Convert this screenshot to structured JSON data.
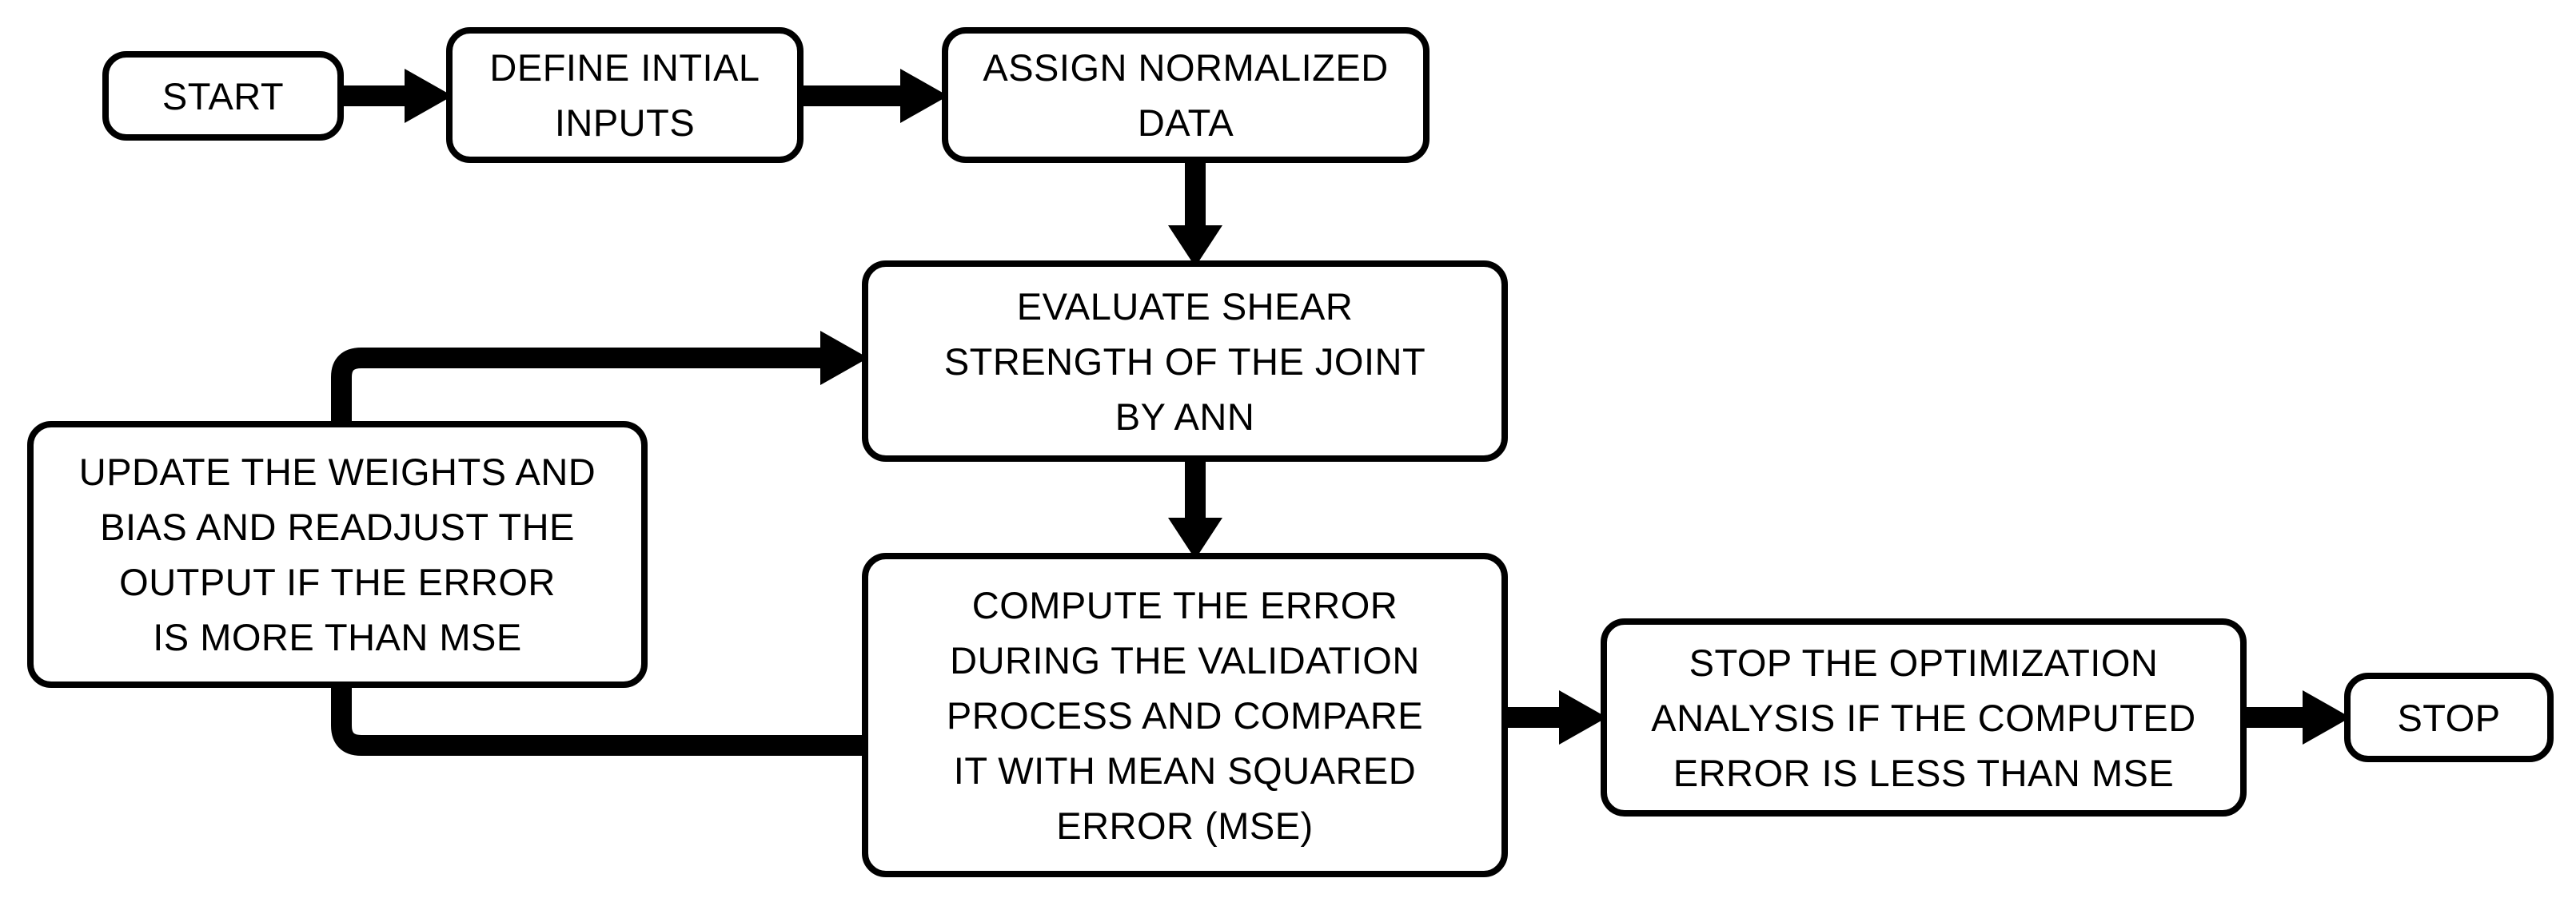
{
  "diagram": {
    "nodes": {
      "start": {
        "lines": [
          "START"
        ]
      },
      "define_inputs": {
        "lines": [
          "DEFINE INTIAL",
          "INPUTS"
        ]
      },
      "assign_data": {
        "lines": [
          "ASSIGN NORMALIZED",
          "DATA"
        ]
      },
      "evaluate": {
        "lines": [
          "EVALUATE SHEAR",
          "STRENGTH OF THE JOINT",
          "BY ANN"
        ]
      },
      "update": {
        "lines": [
          "UPDATE THE WEIGHTS AND",
          "BIAS AND READJUST THE",
          "OUTPUT IF THE ERROR",
          "IS MORE THAN MSE"
        ]
      },
      "compute": {
        "lines": [
          "COMPUTE THE ERROR",
          "DURING THE VALIDATION",
          "PROCESS AND COMPARE",
          "IT WITH MEAN SQUARED",
          "ERROR (MSE)"
        ]
      },
      "stop_opt": {
        "lines": [
          "STOP THE OPTIMIZATION",
          "ANALYSIS IF THE COMPUTED",
          "ERROR IS LESS THAN MSE"
        ]
      },
      "stop": {
        "lines": [
          "STOP"
        ]
      }
    },
    "edges": [
      {
        "from": "start",
        "to": "define_inputs"
      },
      {
        "from": "define_inputs",
        "to": "assign_data"
      },
      {
        "from": "assign_data",
        "to": "evaluate"
      },
      {
        "from": "evaluate",
        "to": "compute"
      },
      {
        "from": "compute",
        "to": "update"
      },
      {
        "from": "update",
        "to": "evaluate"
      },
      {
        "from": "compute",
        "to": "stop_opt"
      },
      {
        "from": "stop_opt",
        "to": "stop"
      }
    ],
    "colors": {
      "stroke": "#000000",
      "fill": "#ffffff",
      "text": "#000000"
    }
  }
}
